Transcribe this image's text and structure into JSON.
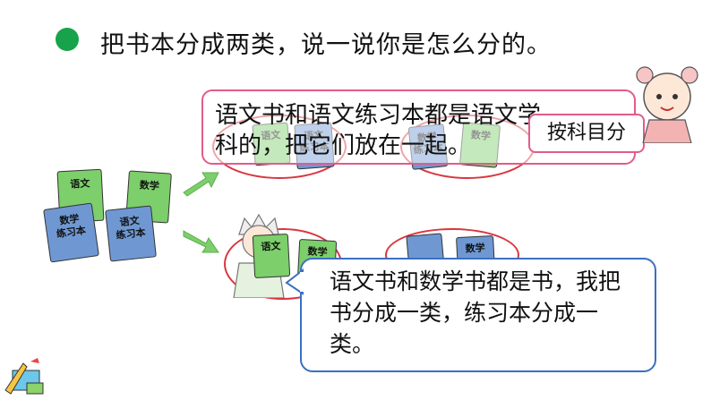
{
  "heading": {
    "text": "把书本分成两类，说一说你是怎么分的。"
  },
  "books": {
    "chinese": "语文",
    "math": "数学",
    "exercise": "练习本"
  },
  "top_bubble": {
    "text": "语文书和语文练习本都是语文学科的，把它们放在一起。"
  },
  "tag": {
    "text": "按科目分"
  },
  "bottom_bubble": {
    "text": "语文书和数学书都是书，我把书分成一类，练习本分成一类。"
  },
  "colors": {
    "dot": "#16a34a",
    "top_bubble_border": "#e25b8c",
    "bottom_bubble_border": "#3b6fc2",
    "ellipse": "#d9363e",
    "green_book": "#7ccf6a",
    "blue_book": "#6f98d3"
  }
}
